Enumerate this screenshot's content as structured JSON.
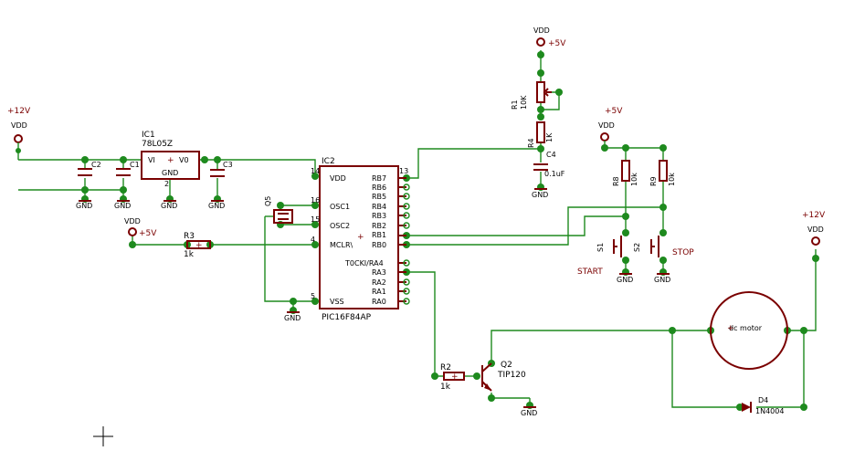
{
  "supply_12v_left": {
    "supply": "+12V",
    "net": "VDD"
  },
  "supply_5v_top": {
    "supply": "+5V",
    "net": "VDD"
  },
  "supply_5v_r8": {
    "supply": "+5V",
    "net": "VDD"
  },
  "supply_5v_r3": {
    "supply": "+5V",
    "net": "VDD"
  },
  "supply_12v_motor": {
    "supply": "+12V",
    "net": "VDD"
  },
  "ic1": {
    "name": "IC1",
    "part": "78L05Z",
    "vi": "VI",
    "vo": "V0",
    "gnd": "GND",
    "pin2": "2"
  },
  "ic2": {
    "name": "IC2",
    "part": "PIC16F84AP",
    "left_pins": [
      {
        "label": "VDD",
        "num": "14"
      },
      {
        "label": "OSC1",
        "num": "16"
      },
      {
        "label": "OSC2",
        "num": "15"
      },
      {
        "label": "MCLR\\",
        "num": "4"
      },
      {
        "label": "VSS",
        "num": "5"
      }
    ],
    "right_pins": [
      "RB7",
      "RB6",
      "RB5",
      "RB4",
      "RB3",
      "RB2",
      "RB1",
      "RB0",
      "T0CKI/RA4",
      "RA3",
      "RA2",
      "RA1",
      "RA0"
    ],
    "rb7_num": "13"
  },
  "caps": {
    "c1": "C1",
    "c2": "C2",
    "c3": "C3",
    "c4": "C4",
    "c4_value": "0.1uF"
  },
  "crystal": {
    "name": "Q5"
  },
  "resistors": {
    "r1": {
      "name": "R1",
      "value": "10K"
    },
    "r2": {
      "name": "R2",
      "value": "1k"
    },
    "r3": {
      "name": "R3",
      "value": "1k"
    },
    "r4": {
      "name": "R4",
      "value": "1K"
    },
    "r8": {
      "name": "R8",
      "value": "10k"
    },
    "r9": {
      "name": "R9",
      "value": "10k"
    }
  },
  "switches": {
    "s1": "S1",
    "s2": "S2",
    "start": "START",
    "stop": "STOP"
  },
  "transistor": {
    "name": "Q2",
    "part": "TIP120"
  },
  "diode": {
    "name": "D4",
    "part": "1N4004"
  },
  "motor": {
    "label": "dc motor"
  },
  "gnd": "GND"
}
